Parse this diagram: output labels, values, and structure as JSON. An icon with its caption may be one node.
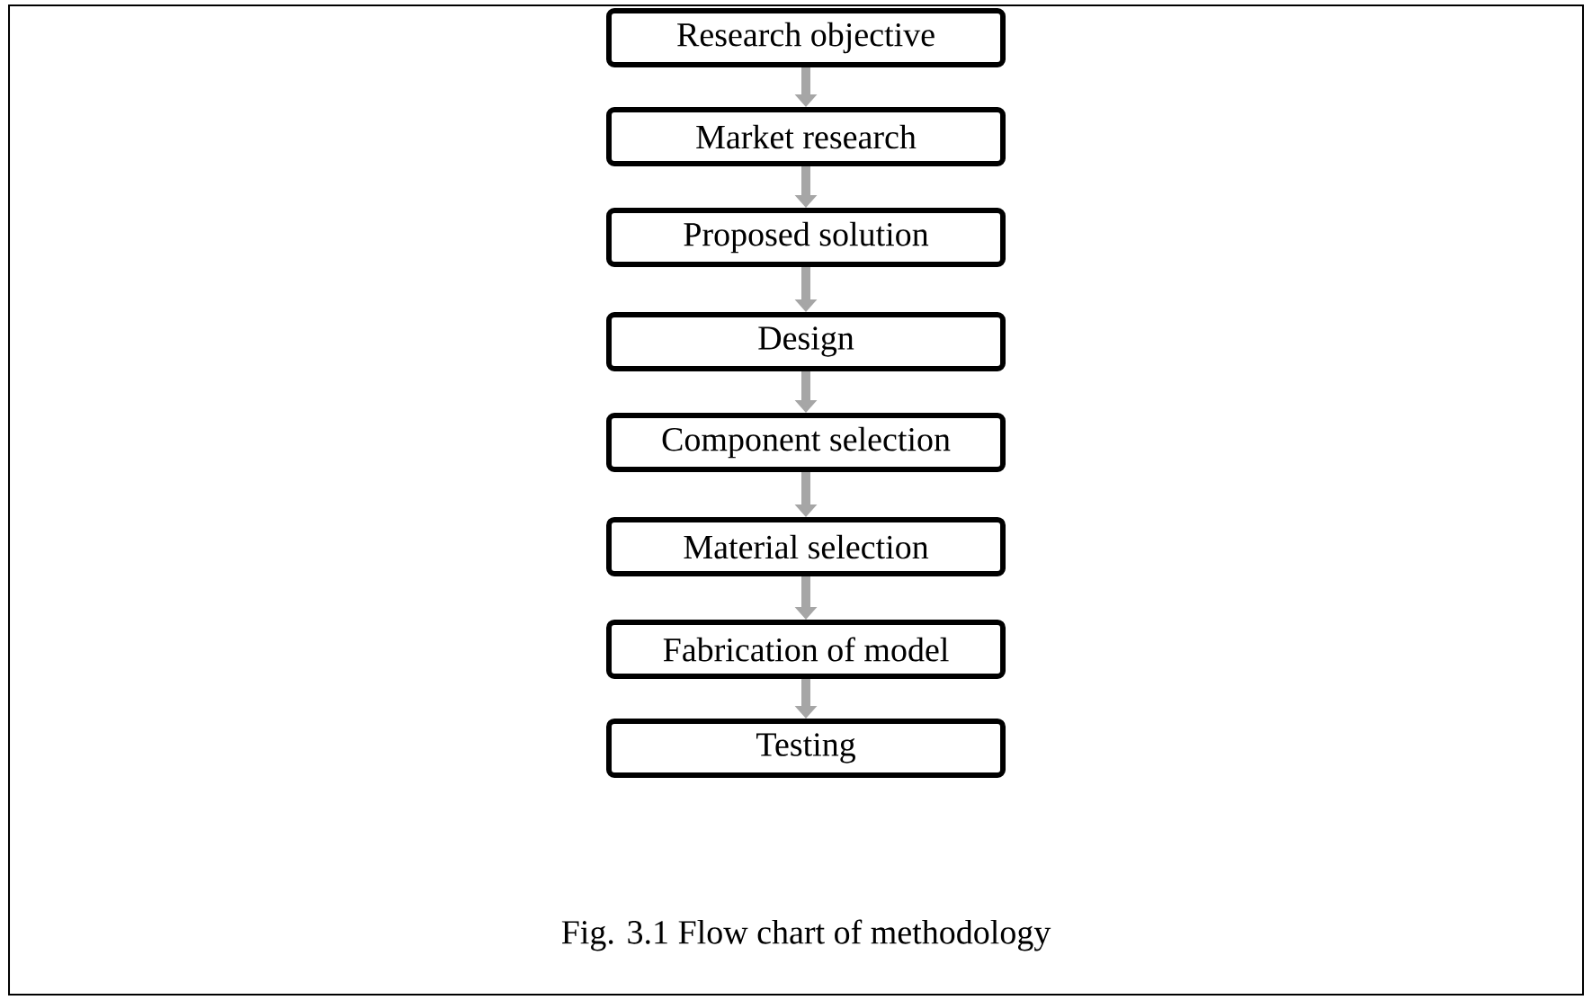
{
  "diagram": {
    "caption": "Fig. 3.1 Flow chart of methodology",
    "nodes": [
      {
        "text": [
          "Research objective"
        ]
      },
      {
        "text": [
          "Market research"
        ]
      },
      {
        "text": [
          "Proposed solution"
        ]
      },
      {
        "text": [
          "Design"
        ]
      },
      {
        "text": [
          "Component selection"
        ]
      },
      {
        "text": [
          "Material selection"
        ]
      },
      {
        "text": [
          "Fabrication of model"
        ]
      },
      {
        "text": [
          "Testing"
        ]
      }
    ],
    "edges": [
      {
        "from": 0,
        "to": 1,
        "arrow": "to"
      },
      {
        "from": 1,
        "to": 2,
        "arrow": "to"
      },
      {
        "from": 2,
        "to": 3,
        "arrow": "to"
      },
      {
        "from": 3,
        "to": 4,
        "arrow": "to"
      },
      {
        "from": 4,
        "to": 5,
        "arrow": "to"
      },
      {
        "from": 5,
        "to": 6,
        "arrow": "to"
      },
      {
        "from": 6,
        "to": 7,
        "arrow": "to"
      }
    ]
  }
}
